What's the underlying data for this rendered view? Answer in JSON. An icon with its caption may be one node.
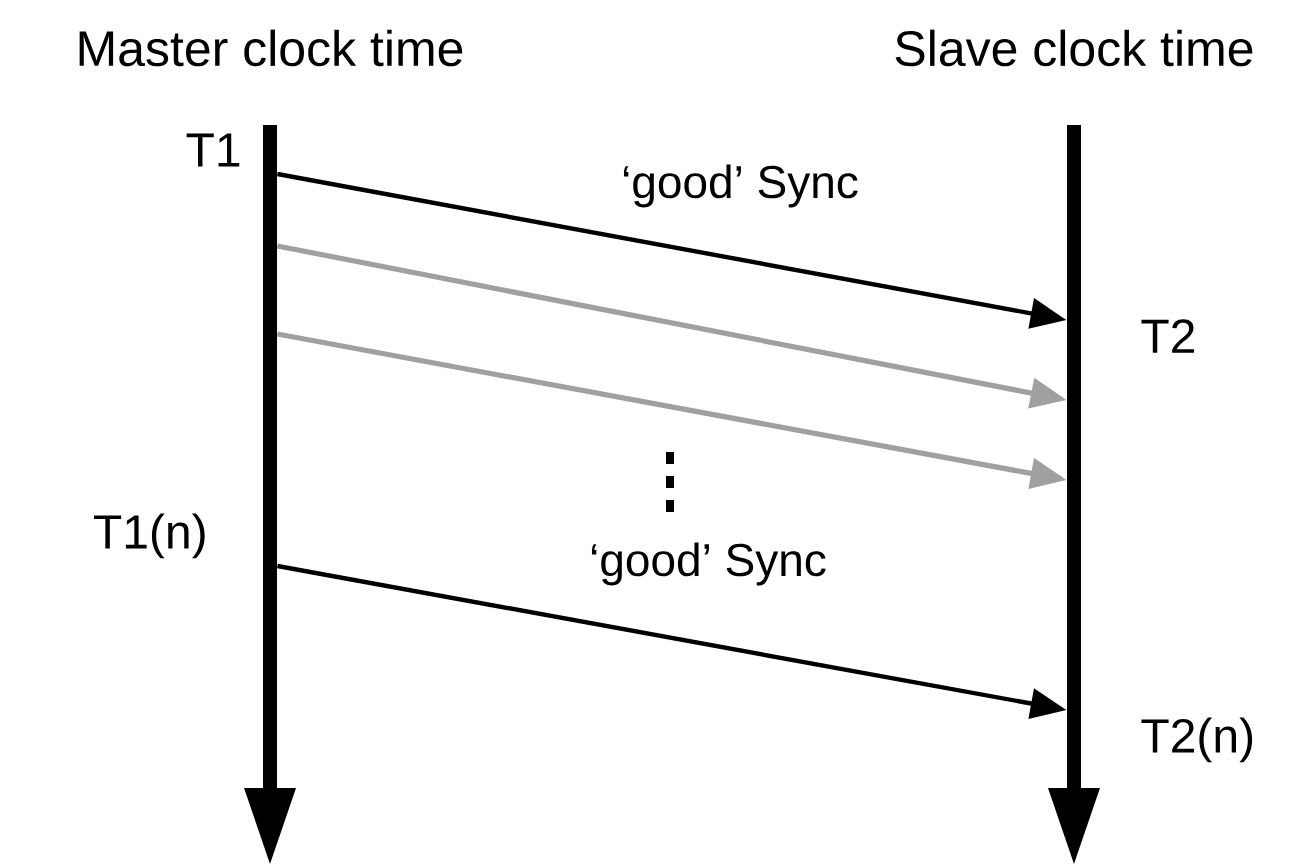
{
  "diagram": {
    "nodes": [
      {
        "text": [
          "Master clock time"
        ]
      },
      {
        "text": [
          "Slave clock time"
        ]
      }
    ],
    "edges": [
      {
        "from": 0,
        "to": 1,
        "arrow": "to",
        "label": "‘good’ Sync"
      },
      {
        "from": 0,
        "to": 1,
        "arrow": "to",
        "color": "#a0a0a0"
      },
      {
        "from": 0,
        "to": 1,
        "arrow": "to",
        "color": "#a0a0a0"
      },
      {
        "from": 0,
        "to": 1,
        "arrow": "to",
        "label": "‘good’ Sync"
      }
    ],
    "labels": [
      "T1",
      "T2",
      "T1(n)",
      "T2(n)"
    ]
  }
}
